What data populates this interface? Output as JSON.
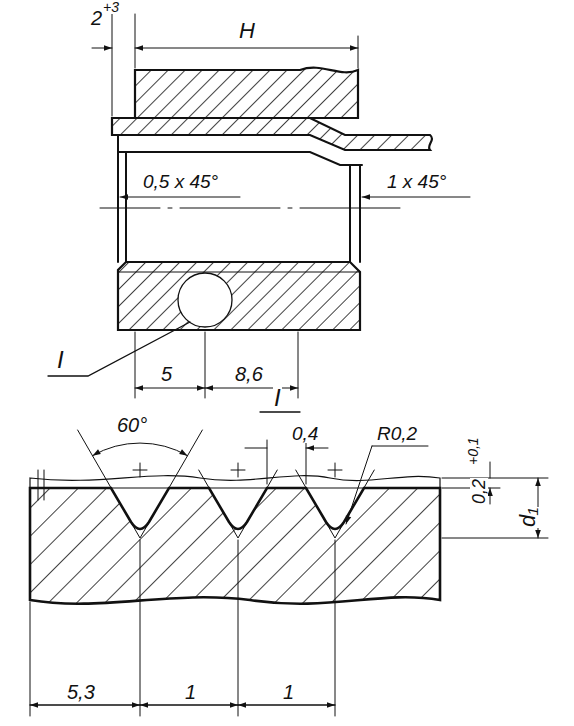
{
  "diagram": {
    "labels": [
      "2",
      "+3",
      "H",
      "0,5 x 45°",
      "1 x 45°",
      "I",
      "5",
      "8,6",
      "I",
      "60°",
      "0,4",
      "R0,2",
      "0,2",
      "+0,1",
      "d₁",
      "5,3",
      "1",
      "1"
    ]
  }
}
